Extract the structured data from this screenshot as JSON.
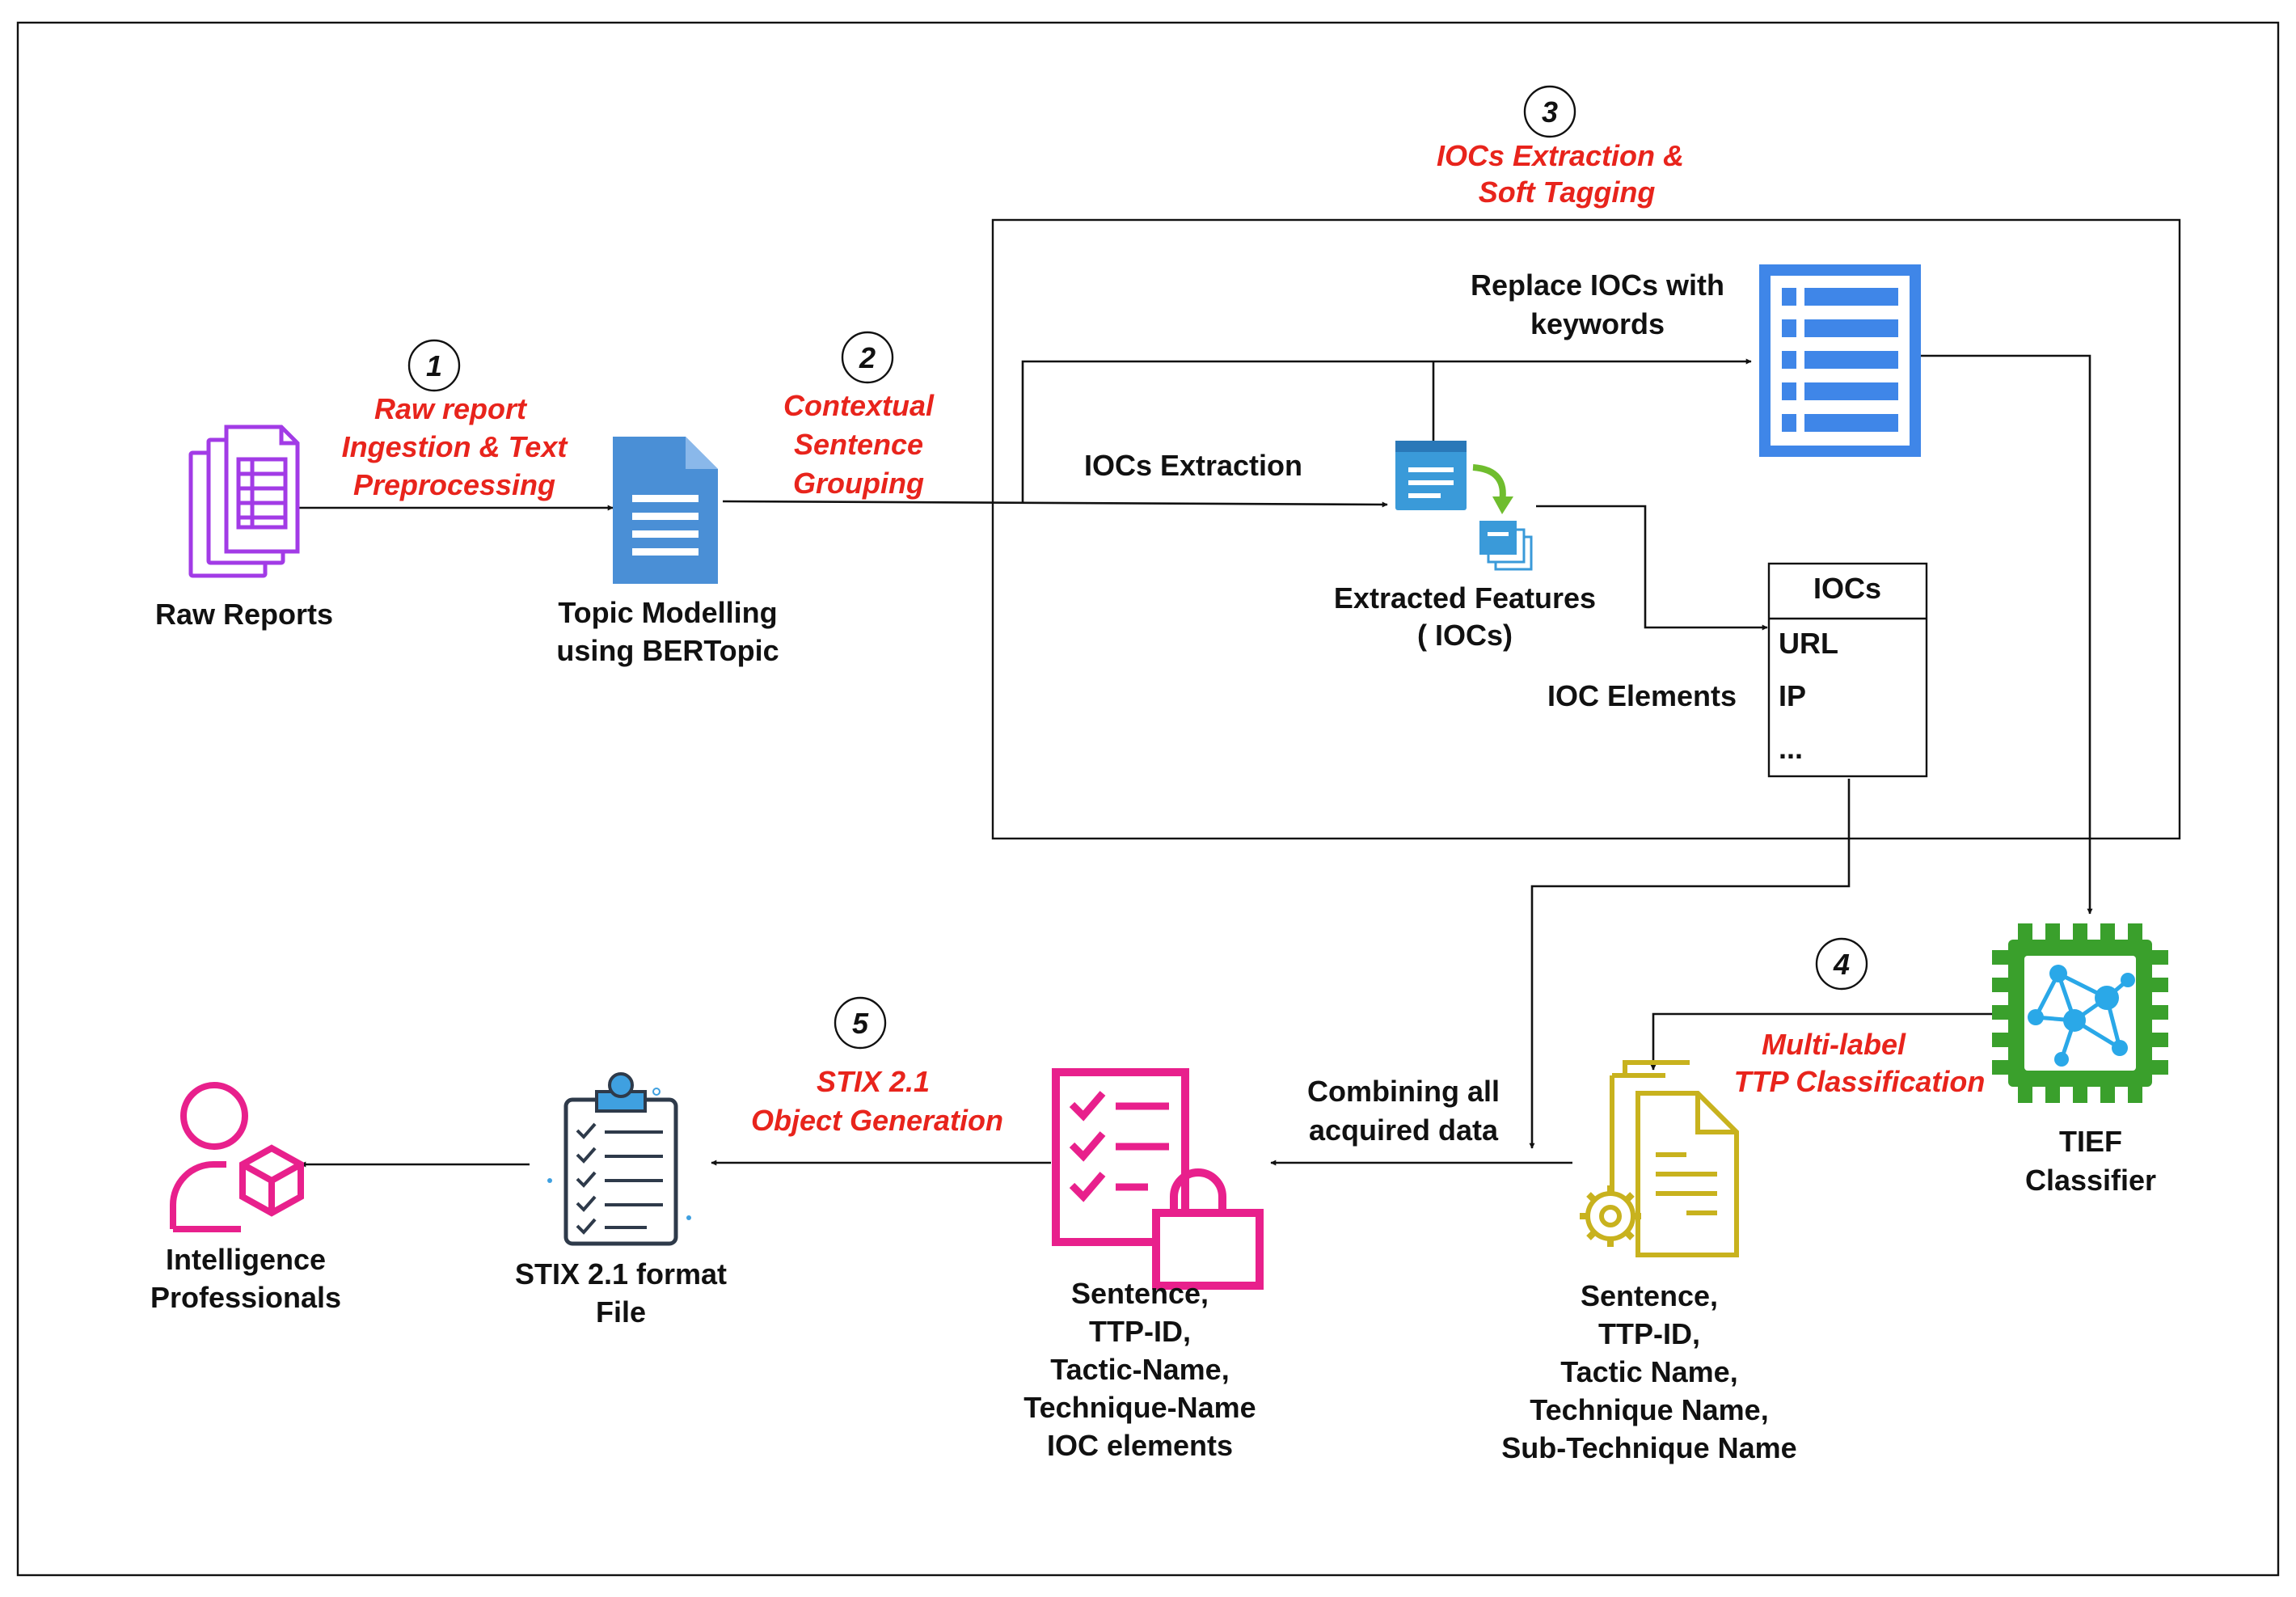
{
  "colors": {
    "step_label": "#e8241c",
    "raw_reports_icon": "#a23be6",
    "topic_doc_icon": "#4a8fd6",
    "features_icon": "#3a9ad9",
    "features_arrow": "#6fbd2e",
    "keyword_list_icon": "#3f86e8",
    "classifier_icon": "#3aa02c",
    "classifier_network": "#2aa8e8",
    "sentence_doc_icon": "#c8b21e",
    "checklist_icon": "#e8208c",
    "stix_clipboard": "#2e3a4a",
    "stix_clip": "#3fa0e0",
    "professional_icon": "#e8208c"
  },
  "steps": [
    {
      "number": "1",
      "lines": [
        "Raw report",
        "Ingestion & Text",
        "Preprocessing"
      ]
    },
    {
      "number": "2",
      "lines": [
        "Contextual",
        "Sentence",
        "Grouping"
      ]
    },
    {
      "number": "3",
      "lines": [
        "IOCs Extraction &",
        "Soft Tagging"
      ]
    },
    {
      "number": "4",
      "lines": [
        "Multi-label",
        "TTP Classification"
      ]
    },
    {
      "number": "5",
      "lines": [
        "STIX 2.1",
        "Object Generation"
      ]
    }
  ],
  "nodes": {
    "raw_reports": {
      "icon": "document-stack-icon",
      "lines": [
        "Raw Reports"
      ]
    },
    "topic_modelling": {
      "icon": "document-icon",
      "lines": [
        "Topic Modelling",
        "using BERTopic"
      ]
    },
    "extracted_features": {
      "icon": "feature-extraction-icon",
      "lines": [
        "Extracted Features",
        "( IOCs)"
      ]
    },
    "keyword_list": {
      "icon": "list-icon"
    },
    "ioc_table": {
      "header": "IOCs",
      "rows": [
        "URL",
        "IP",
        "..."
      ]
    },
    "tief_classifier": {
      "icon": "neural-chip-icon",
      "lines": [
        "TIEF",
        "Classifier"
      ]
    },
    "sentence_ttp": {
      "icon": "document-gear-icon",
      "lines": [
        "Sentence,",
        "TTP-ID,",
        "Tactic Name,",
        "Technique Name,",
        "Sub-Technique Name"
      ]
    },
    "combined": {
      "icon": "checklist-lock-icon",
      "lines": [
        "Sentence,",
        "TTP-ID,",
        "Tactic-Name,",
        "Technique-Name",
        "IOC elements"
      ]
    },
    "stix_file": {
      "icon": "clipboard-checklist-icon",
      "lines": [
        "STIX 2.1 format",
        "File"
      ]
    },
    "intelligence_professionals": {
      "icon": "user-package-icon",
      "lines": [
        "Intelligence",
        "Professionals"
      ]
    }
  },
  "edge_labels": {
    "ioc_extraction": "IOCs Extraction",
    "replace_iocs": [
      "Replace IOCs with",
      "keywords"
    ],
    "ioc_elements": "IOC Elements",
    "combining": [
      "Combining all",
      "acquired data"
    ]
  }
}
